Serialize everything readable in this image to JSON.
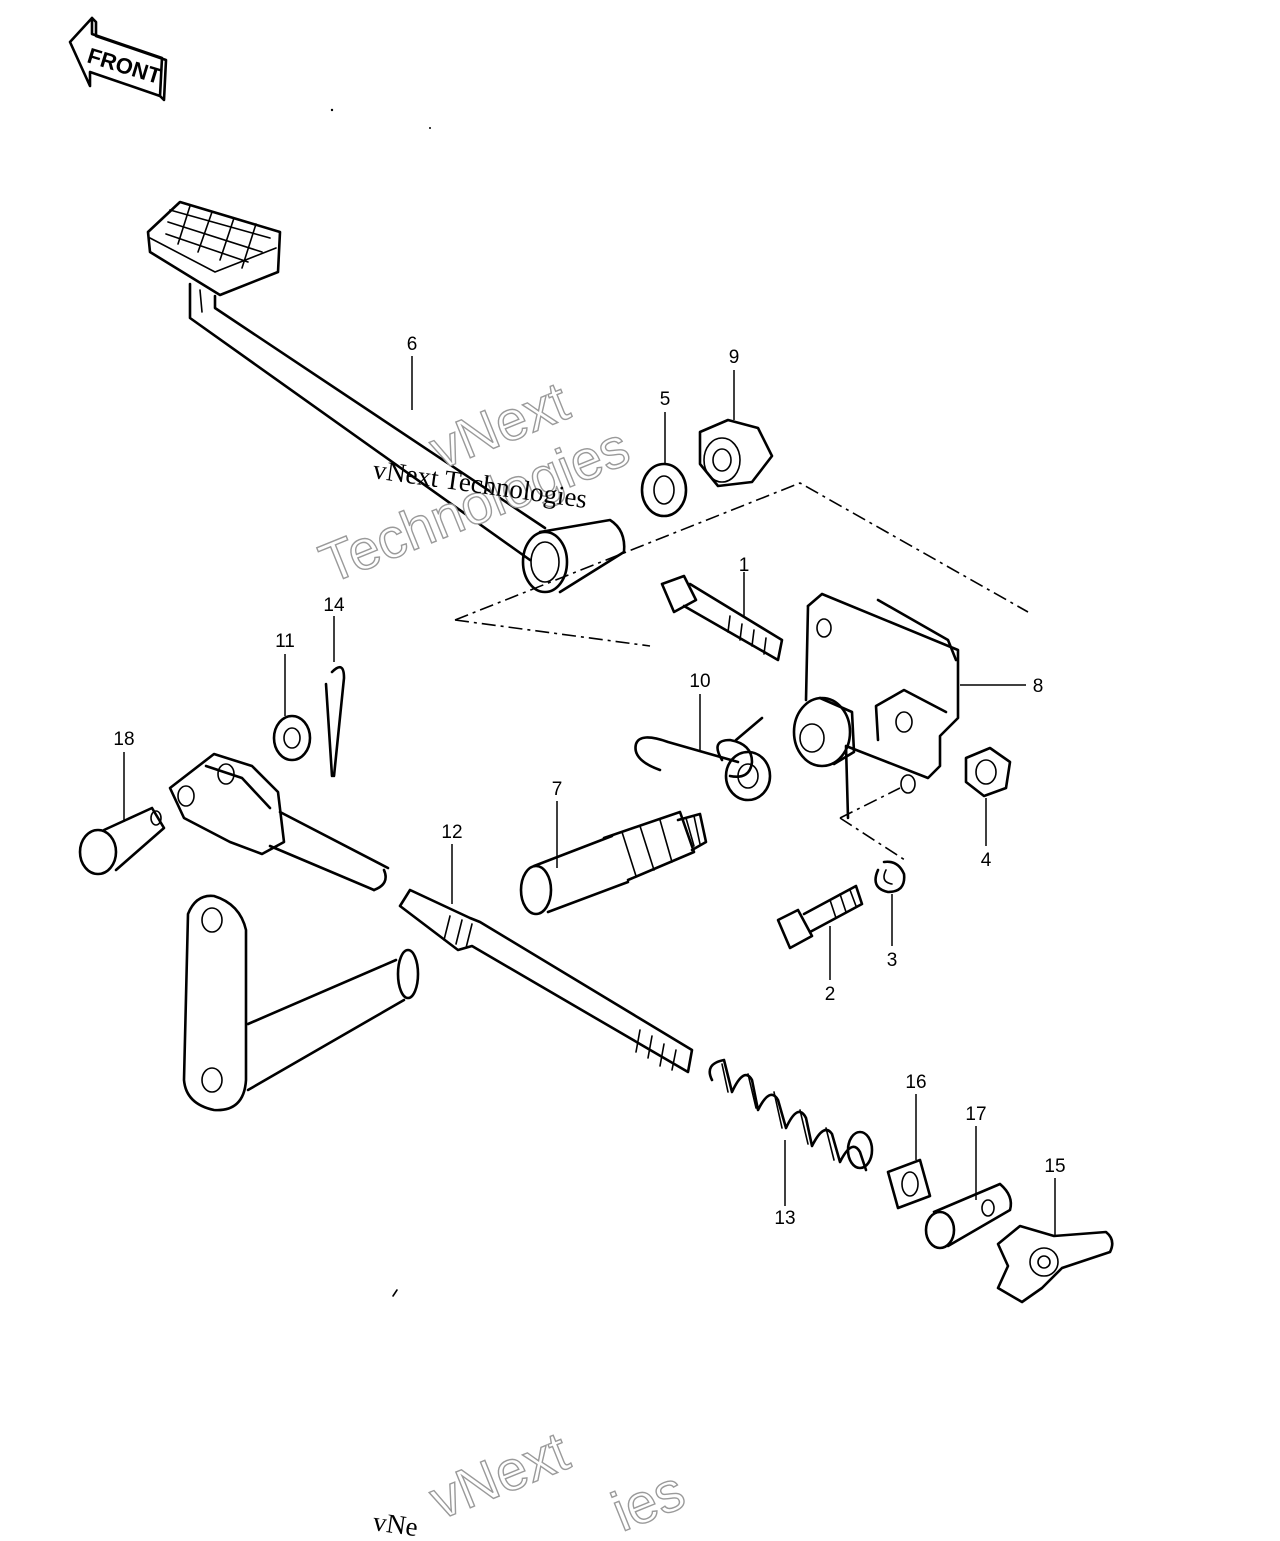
{
  "front_arrow": {
    "label": "FRONT"
  },
  "callouts": {
    "c1": "1",
    "c2": "2",
    "c3": "3",
    "c4": "4",
    "c5": "5",
    "c6": "6",
    "c7": "7",
    "c8": "8",
    "c9": "9",
    "c10": "10",
    "c11": "11",
    "c12": "12",
    "c13": "13",
    "c14": "14",
    "c15": "15",
    "c16": "16",
    "c17": "17",
    "c18": "18"
  },
  "watermarks": {
    "top_line1": "vNext",
    "top_line2": "Technologies",
    "top_serif": "vNext Technologies",
    "bottom_line1": "vNext",
    "bottom_line2": "ies",
    "bottom_serif": "vNe"
  },
  "icons": [
    "front-arrow-icon"
  ]
}
